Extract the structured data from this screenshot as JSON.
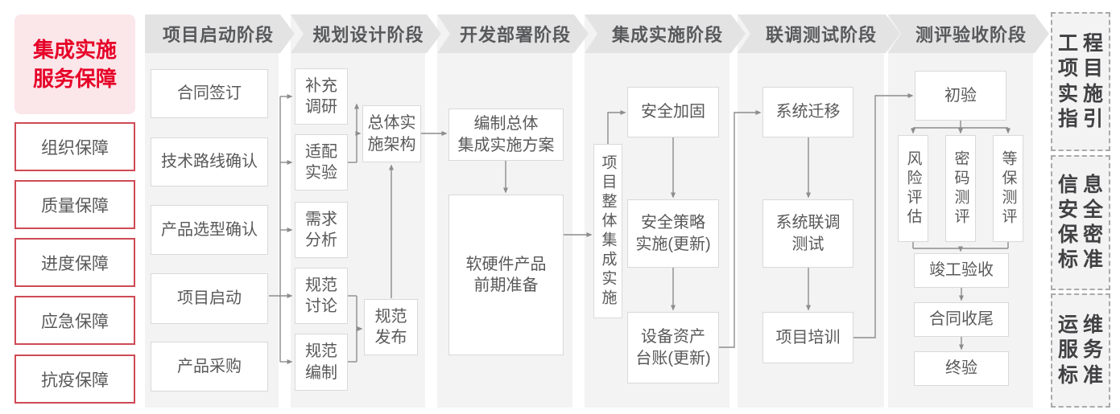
{
  "title": {
    "label": "集成实施\n服务保障"
  },
  "sidebar": {
    "items": [
      {
        "label": "组织保障"
      },
      {
        "label": "质量保障"
      },
      {
        "label": "进度保障"
      },
      {
        "label": "应急保障"
      },
      {
        "label": "抗疫保障"
      }
    ]
  },
  "phases": [
    {
      "header": "项目启动阶段",
      "boxes": [
        {
          "label": "合同签订"
        },
        {
          "label": "技术路线确认"
        },
        {
          "label": "产品选型确认"
        },
        {
          "label": "项目启动"
        },
        {
          "label": "产品采购"
        }
      ]
    },
    {
      "header": "规划设计阶段",
      "boxes": [
        {
          "label": "补充\n调研"
        },
        {
          "label": "适配\n实验"
        },
        {
          "label": "需求\n分析"
        },
        {
          "label": "规范\n讨论"
        },
        {
          "label": "规范\n编制"
        },
        {
          "label": "总体实\n施架构"
        },
        {
          "label": "规范\n发布"
        }
      ]
    },
    {
      "header": "开发部署阶段",
      "boxes": [
        {
          "label": "编制总体\n集成实施方案"
        },
        {
          "label": "软硬件产品\n前期准备"
        }
      ]
    },
    {
      "header": "集成实施阶段",
      "boxes": [
        {
          "label": "项目整体集成实施"
        },
        {
          "label": "安全加固"
        },
        {
          "label": "安全策略\n实施(更新)"
        },
        {
          "label": "设备资产\n台账(更新)"
        }
      ]
    },
    {
      "header": "联调测试阶段",
      "boxes": [
        {
          "label": "系统迁移"
        },
        {
          "label": "系统联调\n测试"
        },
        {
          "label": "项目培训"
        }
      ]
    },
    {
      "header": "测评验收阶段",
      "boxes": [
        {
          "label": "初验"
        },
        {
          "label": "风险评估"
        },
        {
          "label": "密码测评"
        },
        {
          "label": "等保测评"
        },
        {
          "label": "竣工验收"
        },
        {
          "label": "合同收尾"
        },
        {
          "label": "终验"
        }
      ]
    }
  ],
  "standards": [
    {
      "label": "工程\n项目\n实施\n指引"
    },
    {
      "label": "信息\n安全\n保密\n标准"
    },
    {
      "label": "运维\n服务\n标准"
    }
  ],
  "colors": {
    "accent_red": "#e60127",
    "pink_bg": "#fbe6ea",
    "red_border": "#cf4a54",
    "panel_bg": "#f3f3f4",
    "header_bg": "#e3e3e4",
    "box_border": "#d9d9d9",
    "text_gray": "#595959",
    "line_gray": "#8c8c8c"
  }
}
